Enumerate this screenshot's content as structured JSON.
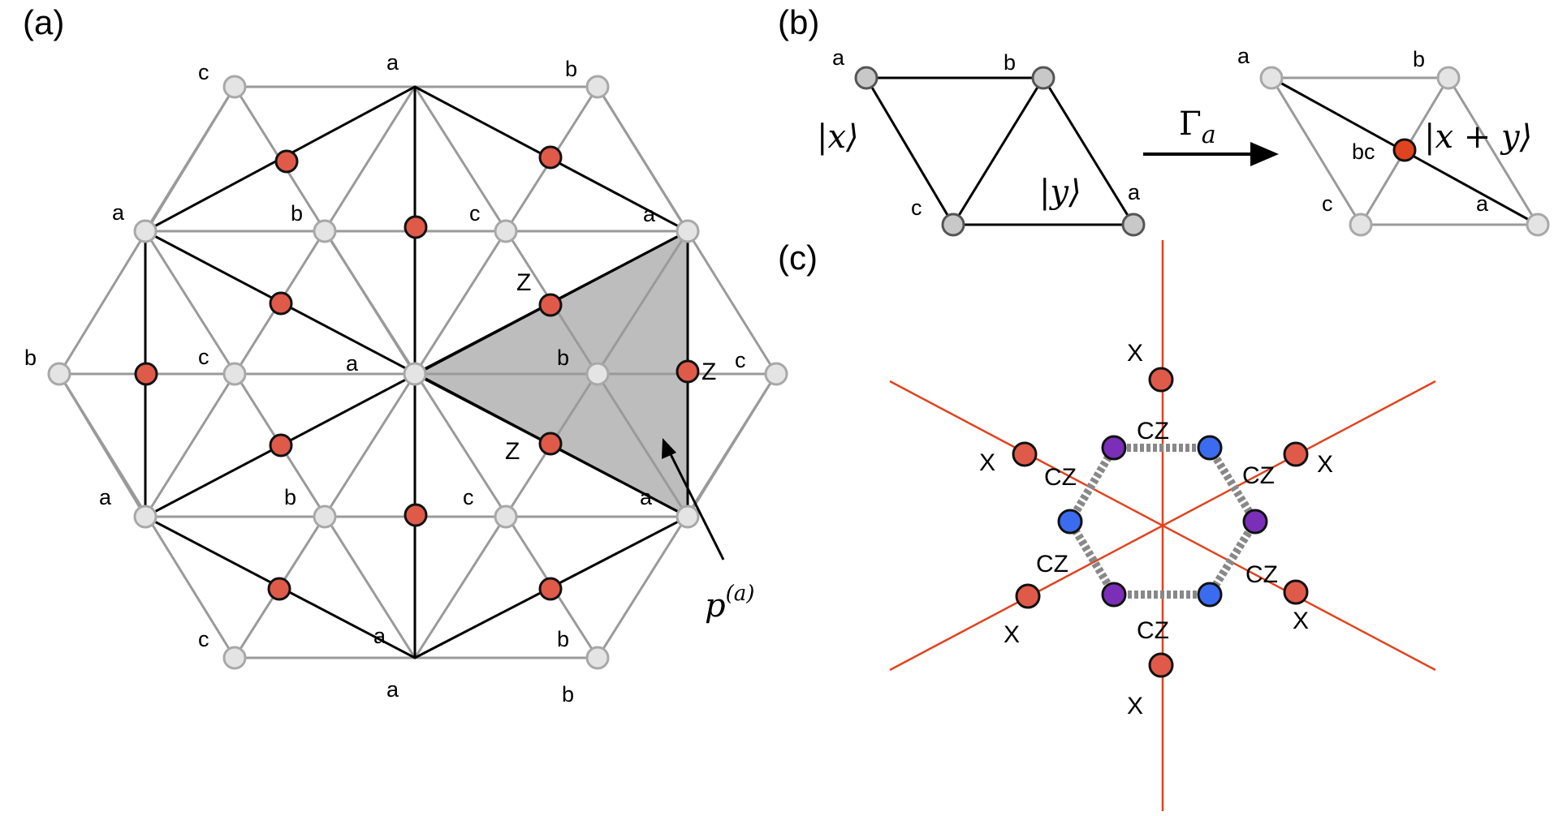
{
  "colors": {
    "red": "#e05a4a",
    "red_line": "#e0441f",
    "blue": "#3b6cf0",
    "purple": "#7b2fb8",
    "shade": "#bdbdbd"
  },
  "panel_a": {
    "label": "(a)",
    "outer_labels": {
      "top_c": "c",
      "top_a": "a",
      "top_b": "b",
      "left_a_upper": "a",
      "left_b": "b",
      "left_a_lower": "a",
      "right_c": "c",
      "bottom_c": "c",
      "bottom_a": "a",
      "bottom_b": "b"
    },
    "inner_labels": {
      "b_upper": "b",
      "c_upper": "c",
      "a_upper_right": "a",
      "c_mid": "c",
      "a_center": "a",
      "b_mid": "b",
      "b_lower": "b",
      "c_lower": "c",
      "a_lower_right": "a",
      "a_bottom": "a",
      "b_bottom": "b"
    },
    "z_labels": {
      "z_upper": "Z",
      "z_right": "Z",
      "z_lower": "Z"
    },
    "plaquette_label": "p",
    "plaquette_superscript": "(a)"
  },
  "panel_b": {
    "label": "(b)",
    "left": {
      "a1": "a",
      "b": "b",
      "c": "c",
      "a2": "a",
      "ket_x": "|x⟩",
      "ket_y": "|y⟩"
    },
    "arrow_label": "Γ",
    "arrow_subscript": "a",
    "right": {
      "a1": "a",
      "b": "b",
      "bc": "bc",
      "c": "c",
      "a2": "a",
      "ket_sum": "|x + y⟩"
    }
  },
  "panel_c": {
    "label": "(c)",
    "x_label": "X",
    "cz_label": "CZ"
  }
}
